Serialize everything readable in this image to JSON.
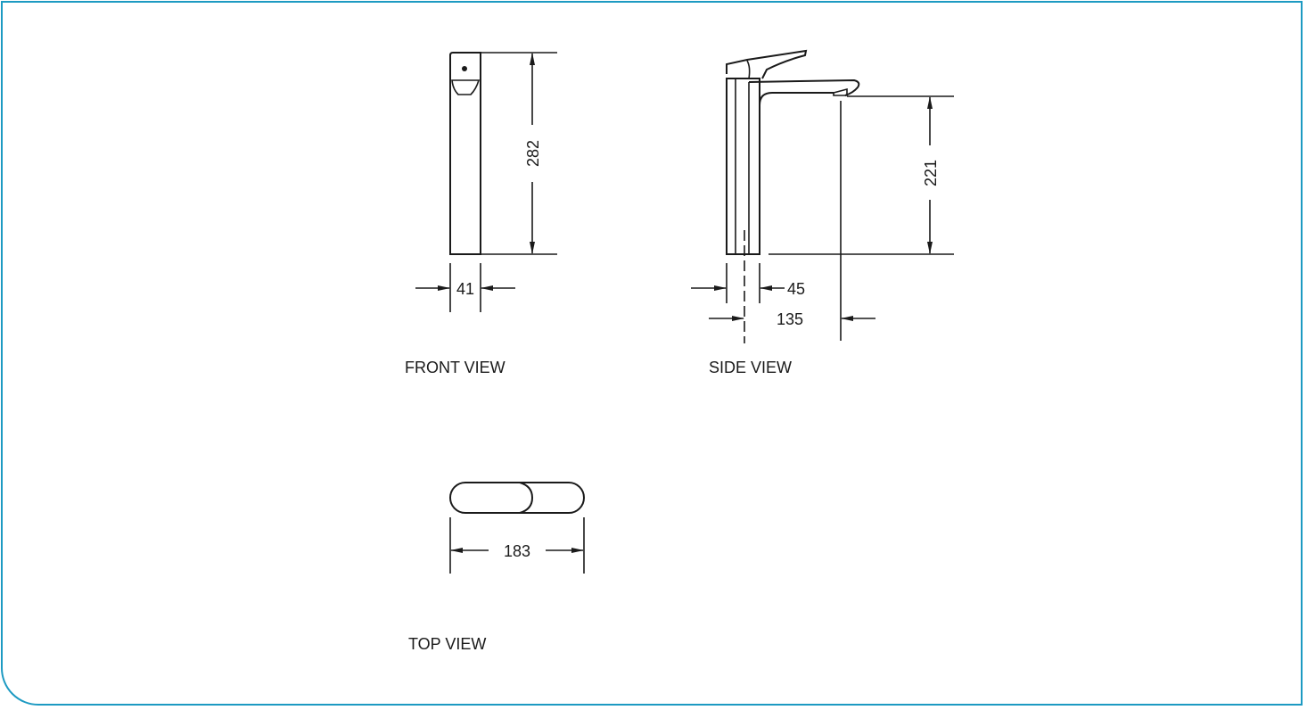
{
  "views": {
    "front": {
      "label": "FRONT VIEW",
      "height_dim": "282",
      "width_dim": "41"
    },
    "side": {
      "label": "SIDE VIEW",
      "spout_height_dim": "221",
      "base_dim": "45",
      "reach_dim": "135"
    },
    "top": {
      "label": "TOP VIEW",
      "length_dim": "183"
    }
  },
  "colors": {
    "frame": "#1d9ac2",
    "line": "#1a1a1a"
  }
}
